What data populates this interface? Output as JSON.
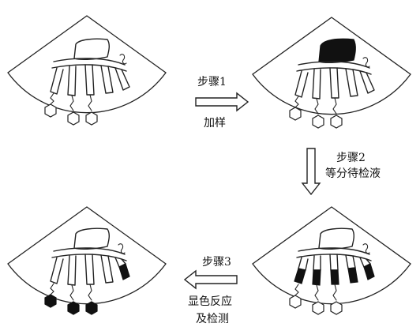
{
  "steps": {
    "step1": {
      "title": "步骤1",
      "action": "加样"
    },
    "step2": {
      "title": "步骤2",
      "action": "等分待检液"
    },
    "step3": {
      "title": "步骤3",
      "action_line1": "显色反应",
      "action_line2": "及检测"
    }
  },
  "colors": {
    "ink": "#111111",
    "background": "#ffffff"
  },
  "panels": [
    {
      "id": "panel-initial",
      "pad_filled": false,
      "fingers_filled": false,
      "hexagons_filled": false
    },
    {
      "id": "panel-sample-added",
      "pad_filled": true,
      "fingers_filled": false,
      "hexagons_filled": false
    },
    {
      "id": "panel-aliquoted",
      "pad_filled": false,
      "fingers_filled": true,
      "hexagons_filled": false
    },
    {
      "id": "panel-detected",
      "pad_filled": false,
      "fingers_filled": true,
      "hexagons_filled": true
    }
  ]
}
